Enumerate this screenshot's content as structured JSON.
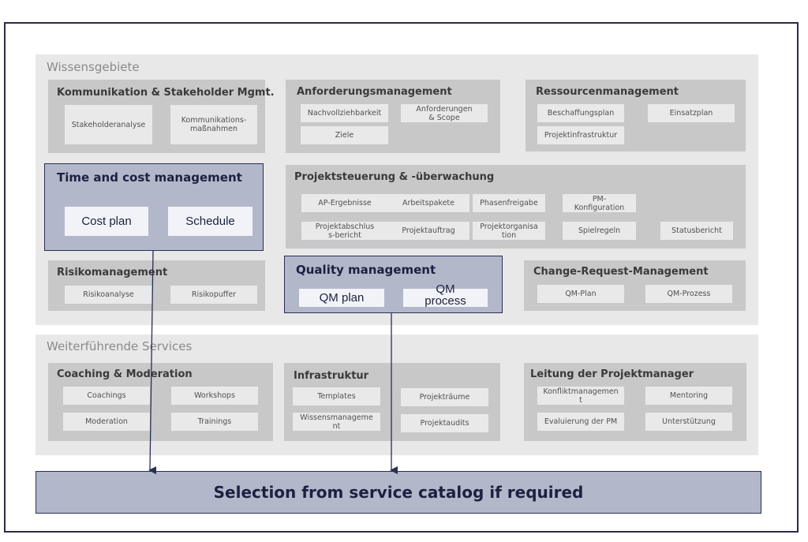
{
  "knowledge_areas": {
    "title": "Wissensgebiete",
    "kommunikation": {
      "title": "Kommunikation & Stakeholder Mgmt.",
      "items": [
        "Stakeholderanalyse",
        "Kommunikations-\nmaßnahmen"
      ]
    },
    "anforderung": {
      "title": "Anforderungsmanagement",
      "items": [
        "Nachvollziehbarkeit",
        "Anforderungen\n& Scope",
        "Ziele"
      ]
    },
    "ressourcen": {
      "title": "Ressourcenmanagement",
      "items": [
        "Beschaffungsplan",
        "Einsatzplan",
        "Projektinfrastruktur"
      ]
    },
    "time_cost": {
      "title": "Time and cost management",
      "items": [
        "Cost plan",
        "Schedule"
      ]
    },
    "projektsteuerung": {
      "title": "Projektsteuerung & -überwachung",
      "items": [
        "AP-Ergebnisse",
        "Arbeitspakete",
        "Phasenfreigabe",
        "PM-\nKonfiguration",
        "Projektabschlus\ns-bericht",
        "Projektauftrag",
        "Projektorganisa\ntion",
        "Spielregeln",
        "Statusbericht"
      ]
    },
    "risiko": {
      "title": "Risikomanagement",
      "items": [
        "Risikoanalyse",
        "Risikopuffer"
      ]
    },
    "quality": {
      "title": "Quality management",
      "items": [
        "QM plan",
        "QM\nprocess"
      ]
    },
    "change_request": {
      "title": "Change-Request-Management",
      "items": [
        "QM-Plan",
        "QM-Prozess"
      ]
    }
  },
  "services": {
    "title": "Weiterführende Services",
    "coaching": {
      "title": "Coaching & Moderation",
      "items": [
        "Coachings",
        "Workshops",
        "Moderation",
        "Trainings"
      ]
    },
    "infrastruktur": {
      "title": "Infrastruktur",
      "items": [
        "Templates",
        "Projekträume",
        "Wissensmanageme\nnt",
        "Projektaudits"
      ]
    },
    "leitung": {
      "title": "Leitung der Projektmanager",
      "items": [
        "Konfliktmanagemen\nt",
        "Mentoring",
        "Evaluierung der PM",
        "Unterstützung"
      ]
    }
  },
  "selection": {
    "label": "Selection from service catalog if required"
  },
  "colors": {
    "frame": "#2b2b45",
    "band": "#e8e8e8",
    "panel": "#c8c8c8",
    "highlight": "#b2b8ca",
    "highlight_border": "#2a2f55"
  }
}
